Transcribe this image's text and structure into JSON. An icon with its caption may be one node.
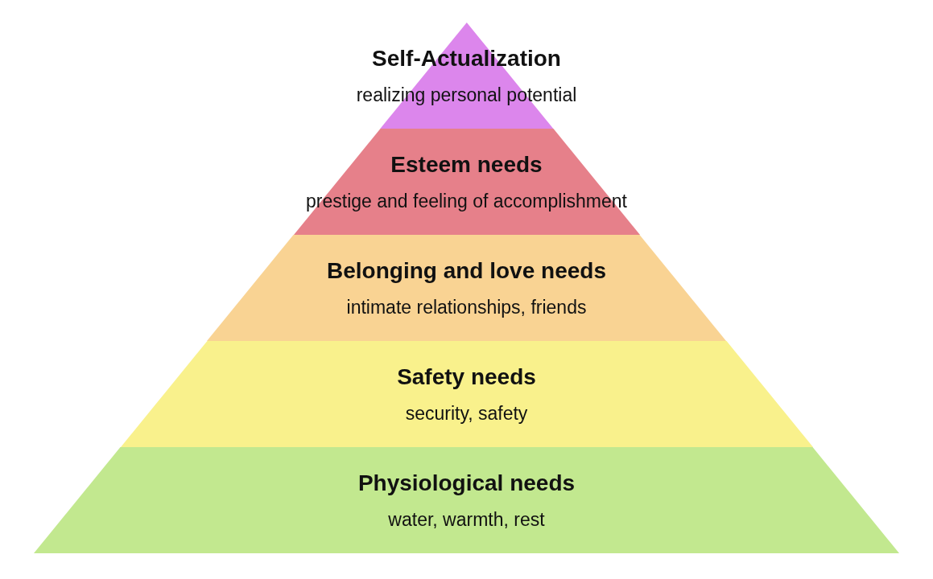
{
  "diagram": {
    "nodes": [
      {
        "text": [
          "Self-Actualization",
          "realizing personal potential"
        ]
      },
      {
        "text": [
          "Esteem needs",
          "prestige and feeling of accomplishment"
        ]
      },
      {
        "text": [
          "Belonging and love needs",
          "intimate relationships, friends"
        ]
      },
      {
        "text": [
          "Safety needs",
          "security, safety"
        ]
      },
      {
        "text": [
          "Physiological needs",
          "water, warmth, rest"
        ]
      }
    ]
  }
}
